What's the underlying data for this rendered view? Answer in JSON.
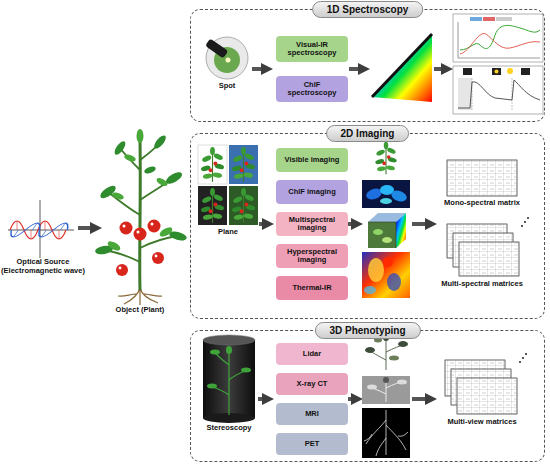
{
  "diagram": {
    "nodes": [
      {
        "text": [
          "1D Spectroscopy"
        ]
      },
      {
        "text": [
          "Visual-IR spectroscopy"
        ],
        "in": 0
      },
      {
        "text": [
          "ChlF spectroscopy"
        ],
        "in": 0
      },
      {
        "text": [
          "2D Imaging"
        ]
      },
      {
        "text": [
          "Visible imaging"
        ],
        "in": 3
      },
      {
        "text": [
          "ChlF imaging"
        ],
        "in": 3
      },
      {
        "text": [
          "Multispectral imaging"
        ],
        "in": 3
      },
      {
        "text": [
          "Hyperspectral imaging"
        ],
        "in": 3
      },
      {
        "text": [
          "Thermal-IR"
        ],
        "in": 3
      },
      {
        "text": [
          "3D Phenotyping"
        ]
      },
      {
        "text": [
          "Lidar"
        ],
        "in": 9
      },
      {
        "text": [
          "X-ray CT"
        ],
        "in": 9
      },
      {
        "text": [
          "MRI"
        ],
        "in": 9
      },
      {
        "text": [
          "PET"
        ],
        "in": 9
      }
    ],
    "labels": [
      "Optical Source (Electromagnetic wave)",
      "Object (Plant)",
      "Spot",
      "Plane",
      "Mono-spectral matrix",
      "Multi-spectral matrices",
      "Stereoscopy",
      "Multi-view matrices"
    ]
  }
}
